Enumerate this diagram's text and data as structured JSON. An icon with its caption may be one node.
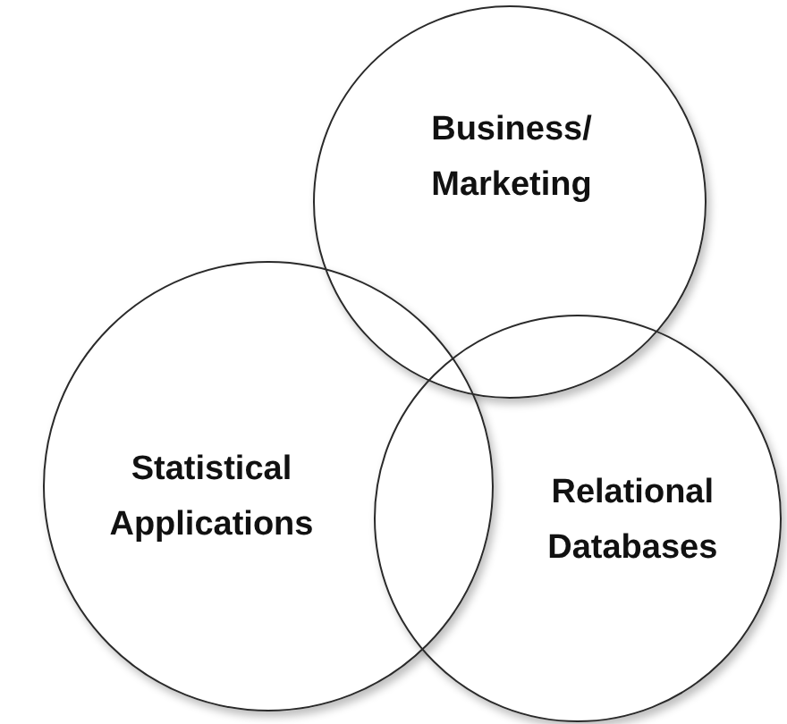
{
  "diagram": {
    "nodes": [
      {
        "text": [
          "Business/ Marketing"
        ]
      },
      {
        "text": [
          "Statistical Applications"
        ]
      },
      {
        "text": [
          "Relational Databases"
        ]
      }
    ]
  }
}
